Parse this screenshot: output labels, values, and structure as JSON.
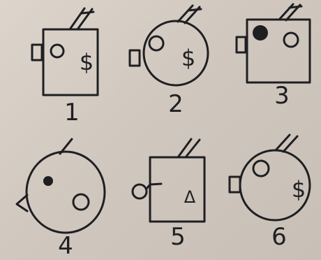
{
  "figures": [
    {
      "number": "1",
      "symbol": "$"
    },
    {
      "number": "2",
      "symbol": "$"
    },
    {
      "number": "3"
    },
    {
      "number": "4"
    },
    {
      "number": "5",
      "symbol": "Δ"
    },
    {
      "number": "6",
      "symbol": "$"
    }
  ],
  "colors": {
    "ink": "#1f1f22",
    "paper": "#d4ccc3"
  }
}
